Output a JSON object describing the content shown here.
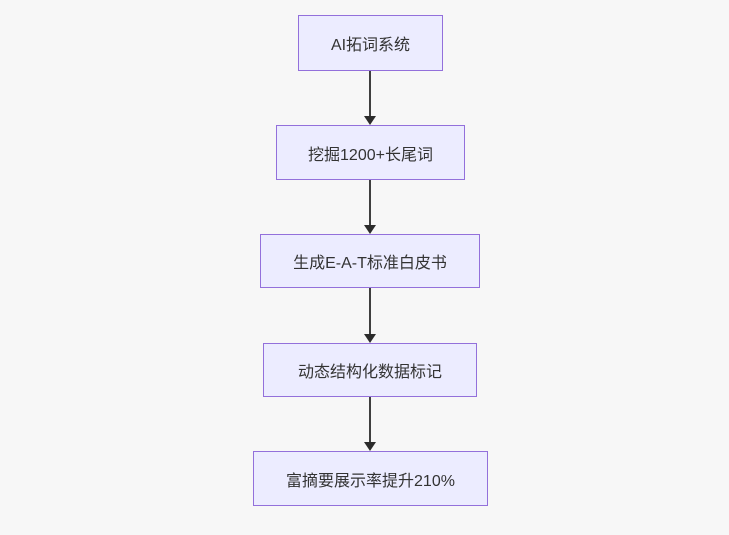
{
  "diagram": {
    "type": "flowchart",
    "direction": "top-down",
    "nodes": [
      {
        "id": "A",
        "label": "AI拓词系统"
      },
      {
        "id": "B",
        "label": "挖掘1200+长尾词"
      },
      {
        "id": "C",
        "label": "生成E-A-T标准白皮书"
      },
      {
        "id": "D",
        "label": "动态结构化数据标记"
      },
      {
        "id": "E",
        "label": "富摘要展示率提升210%"
      }
    ],
    "edges": [
      {
        "from": "A",
        "to": "B",
        "style": "arrow-down"
      },
      {
        "from": "B",
        "to": "C",
        "style": "arrow-down"
      },
      {
        "from": "C",
        "to": "D",
        "style": "arrow-down"
      },
      {
        "from": "D",
        "to": "E",
        "style": "arrow-down"
      }
    ],
    "colors": {
      "node_fill": "#ECECFF",
      "node_border": "#9370DB",
      "node_text": "#333333",
      "arrow_line": "#3F3F3F",
      "arrow_head": "#2B2B2B",
      "background": "#F7F7F7"
    }
  }
}
